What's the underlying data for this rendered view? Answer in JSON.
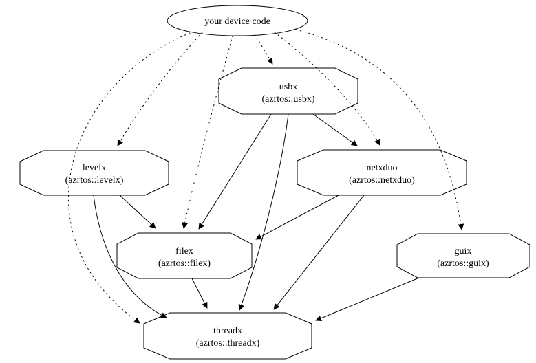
{
  "diagram": {
    "type": "dependency-graph",
    "colors": {
      "stroke": "#000000",
      "background": "#ffffff"
    },
    "nodes": {
      "device": {
        "label": "your device code",
        "shape": "ellipse"
      },
      "usbx": {
        "label": "usbx",
        "sublabel": "(azrtos::usbx)",
        "shape": "octagon"
      },
      "levelx": {
        "label": "levelx",
        "sublabel": "(azrtos::levelx)",
        "shape": "octagon"
      },
      "netxduo": {
        "label": "netxduo",
        "sublabel": "(azrtos::netxduo)",
        "shape": "octagon"
      },
      "filex": {
        "label": "filex",
        "sublabel": "(azrtos::filex)",
        "shape": "octagon"
      },
      "guix": {
        "label": "guix",
        "sublabel": "(azrtos::guix)",
        "shape": "octagon"
      },
      "threadx": {
        "label": "threadx",
        "sublabel": "(azrtos::threadx)",
        "shape": "octagon"
      }
    },
    "edges": [
      {
        "from": "your device code",
        "to": "usbx",
        "style": "dotted"
      },
      {
        "from": "your device code",
        "to": "levelx",
        "style": "dotted"
      },
      {
        "from": "your device code",
        "to": "netxduo",
        "style": "dotted"
      },
      {
        "from": "your device code",
        "to": "filex",
        "style": "dotted"
      },
      {
        "from": "your device code",
        "to": "guix",
        "style": "dotted"
      },
      {
        "from": "your device code",
        "to": "threadx",
        "style": "dotted"
      },
      {
        "from": "usbx",
        "to": "netxduo",
        "style": "solid"
      },
      {
        "from": "usbx",
        "to": "filex",
        "style": "solid"
      },
      {
        "from": "usbx",
        "to": "threadx",
        "style": "solid"
      },
      {
        "from": "levelx",
        "to": "filex",
        "style": "solid"
      },
      {
        "from": "levelx",
        "to": "threadx",
        "style": "solid"
      },
      {
        "from": "netxduo",
        "to": "filex",
        "style": "solid"
      },
      {
        "from": "netxduo",
        "to": "threadx",
        "style": "solid"
      },
      {
        "from": "filex",
        "to": "threadx",
        "style": "solid"
      },
      {
        "from": "guix",
        "to": "threadx",
        "style": "solid"
      }
    ]
  }
}
